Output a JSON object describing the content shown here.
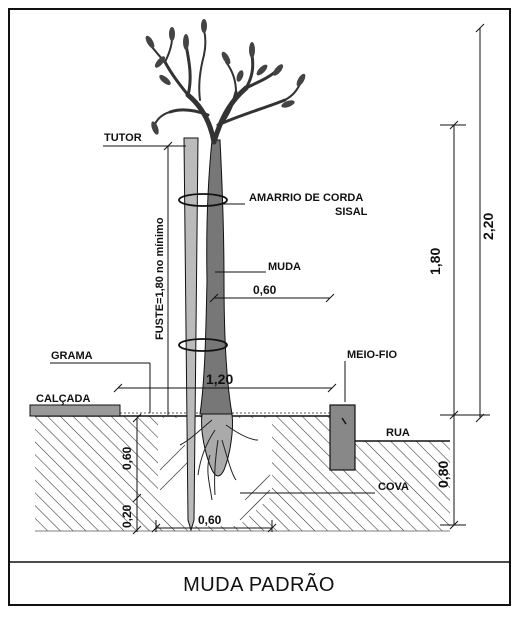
{
  "title": "MUDA PADRÃO",
  "labels": {
    "tutor": "TUTOR",
    "amarrio": "AMARRIO DE CORDA",
    "sisal": "SISAL",
    "muda": "MUDA",
    "grama": "GRAMA",
    "calcada": "CALÇADA",
    "meio_fio": "MEIO-FIO",
    "rua": "RUA",
    "cova": "COVA",
    "fuste": "FUSTE=1,80 no mínimo"
  },
  "dimensions": {
    "total_height": "2,20",
    "stem_height": "1,80",
    "root_depth": "0,80",
    "planting_width": "1,20",
    "binding_offset": "0,60",
    "pit_width": "0,60",
    "pit_depth_upper": "0,60",
    "pit_depth_lower": "0,20"
  },
  "colors": {
    "ink": "#111111",
    "paper": "#ffffff",
    "hatch": "#333333"
  }
}
